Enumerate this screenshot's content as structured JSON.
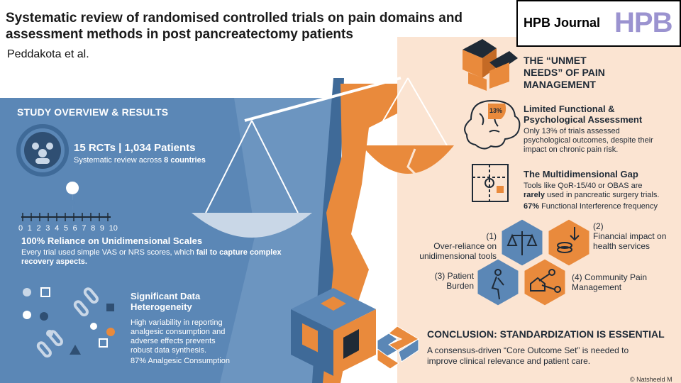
{
  "header": {
    "title": "Systematic review of randomised controlled trials on pain domains and assessment methods in post pancreatectomy patients",
    "authors": "Peddakota et al.",
    "journal_name": "HPB Journal",
    "journal_logo": "HPB"
  },
  "overview": {
    "heading": "STUDY OVERVIEW & RESULTS",
    "stat_main": "15 RCTs | 1,034 Patients",
    "stat_sub_prefix": "Systematic review across ",
    "stat_sub_bold": "8 countries",
    "scale_numbers": [
      "0",
      "1",
      "2",
      "3",
      "4",
      "5",
      "6",
      "7",
      "8",
      "9",
      "10"
    ],
    "unidimensional_heading": "100% Reliance on Unidimensional Scales",
    "unidimensional_text_prefix": "Every trial used simple VAS or NRS scores, which ",
    "unidimensional_text_bold": "fail to capture complex recovery aspects.",
    "heterogeneity_heading": "Significant Data Heterogeneity",
    "heterogeneity_text": "High variability in reporting analgesic consumption and adverse effects prevents robust data synthesis.",
    "heterogeneity_stat": "87% Analgesic Consumption"
  },
  "unmet": {
    "heading": "THE “UNMET NEEDS” OF PAIN MANAGEMENT",
    "badge": "13%",
    "limited_heading": "Limited Functional & Psychological Assessment",
    "limited_text": "Only 13% of trials assessed psychological outcomes, despite their impact on chronic pain risk.",
    "gap_heading": "The Multidimensional Gap",
    "gap_text_prefix": "Tools like QoR-15/40 or OBAS are ",
    "gap_text_bold": "rarely",
    "gap_text_suffix": " used in pancreatic surgery trials.",
    "gap_stat_bold": "67%",
    "gap_stat_text": " Functional Interference frequency"
  },
  "hexes": {
    "h1_num": "(1)",
    "h1_text": "Over-reliance on unidimensional tools",
    "h2_num": "(2)",
    "h2_text": "Financial impact on health services",
    "h3_text": "(3) Patient Burden",
    "h4_text": "(4) Community Pain Management"
  },
  "conclusion": {
    "heading": "CONCLUSION: STANDARDIZATION IS ESSENTIAL",
    "text": "A consensus-driven “Core Outcome Set” is needed to improve clinical relevance and patient care."
  },
  "credit": "© Natsheeld M",
  "colors": {
    "blue": "#5b87b6",
    "dark_blue": "#3f6a98",
    "orange": "#e98a3c",
    "peach": "#fbe4d2",
    "navy": "#1f2a36"
  }
}
